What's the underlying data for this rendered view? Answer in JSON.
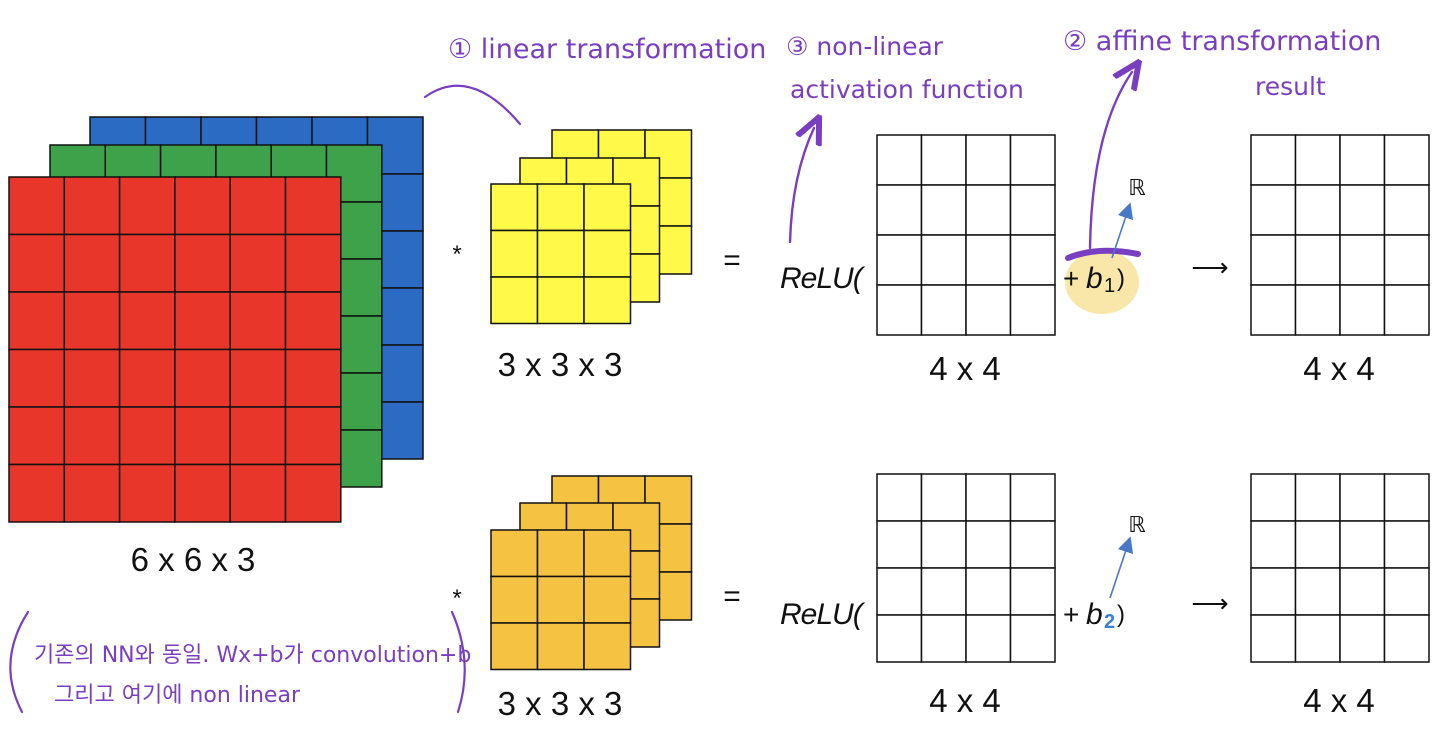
{
  "colors": {
    "input_red": "#e8372a",
    "input_green": "#3da24a",
    "input_blue": "#2c6bc4",
    "filter1_yellow": "#fffa4a",
    "filter2_orange": "#f5c242",
    "annotation_purple": "#7a3fc0",
    "highlight_yellow": "#f7e39a",
    "arrow_blue": "#4a78c8",
    "grid_line": "#111111"
  },
  "input": {
    "dims_label": "6 x 6 x 3"
  },
  "rows": [
    {
      "op": "*",
      "filter_label": "3 x 3 x 3",
      "equals": "=",
      "relu_prefix": "ReLU(",
      "conv_label": "4 x 4",
      "bias_plus": "+",
      "bias_symbol": "b",
      "bias_sub": "1",
      "bias_close": ")",
      "real_symbol": "ℝ",
      "map_arrow": "⟶",
      "result_label": "4 x 4"
    },
    {
      "op": "*",
      "filter_label": "3 x 3 x 3",
      "equals": "=",
      "relu_prefix": "ReLU(",
      "conv_label": "4 x 4",
      "bias_plus": "+",
      "bias_symbol": "b",
      "bias_sub": "2",
      "bias_close": ")",
      "real_symbol": "ℝ",
      "map_arrow": "⟶",
      "result_label": "4 x 4"
    }
  ],
  "annotations": {
    "note1": "① linear transformation",
    "note2": "② affine transformation",
    "note2_line2": "result",
    "note3": "③ non-linear",
    "note3_line2": "activation function",
    "bottom_line1": "기존의 NN와 동일. Wx+b가 convolution+b",
    "bottom_line2": "그리고 여기에 non linear"
  }
}
